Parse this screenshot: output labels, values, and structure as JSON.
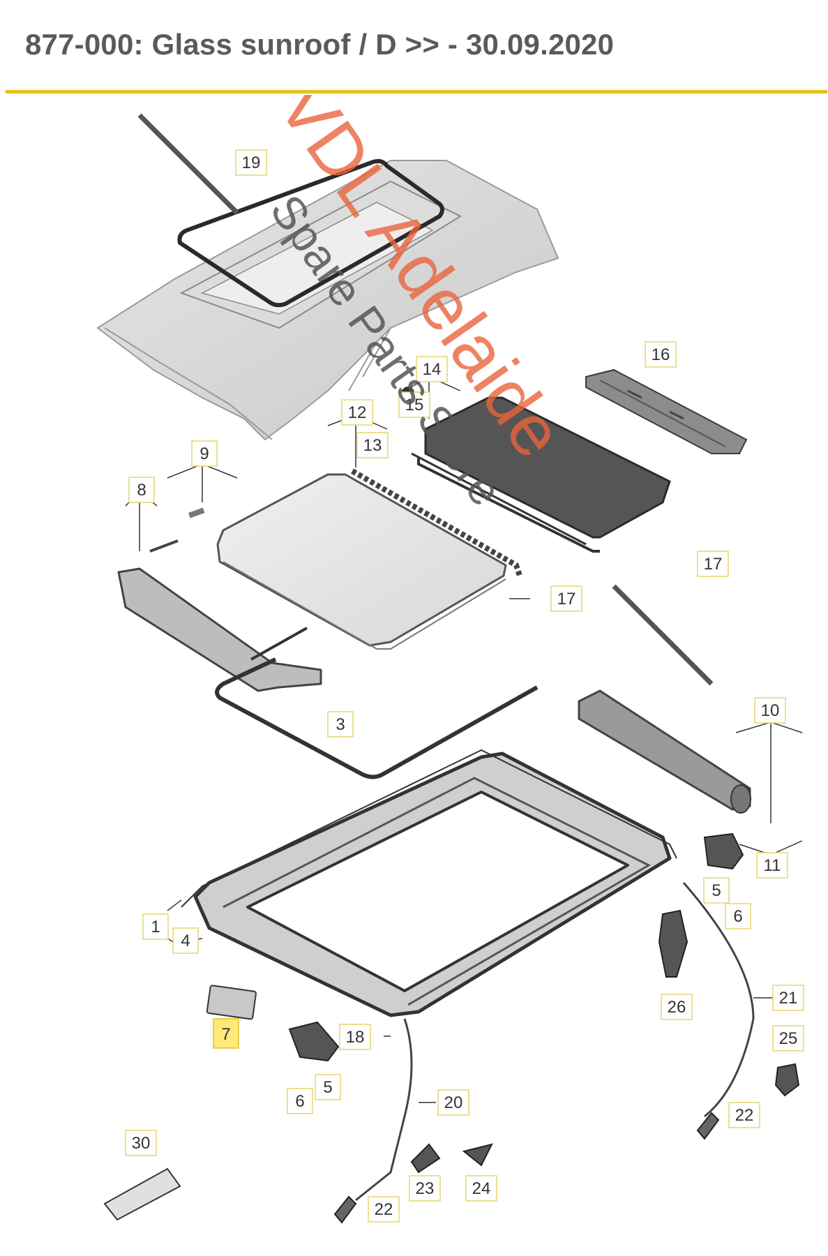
{
  "header": {
    "title": "877-000: Glass sunroof / D >> - 30.09.2020",
    "rule_color": "#e4c21a"
  },
  "watermark": {
    "line1": "VDL Adelaide",
    "line2": "Spare Parts Store",
    "line1_color": "#e8643c",
    "line2_color": "#555555"
  },
  "callouts": {
    "c1": "1",
    "c3": "3",
    "c4": "4",
    "c5a": "5",
    "c5b": "5",
    "c6a": "6",
    "c6b": "6",
    "c7": "7",
    "c8": "8",
    "c9": "9",
    "c10": "10",
    "c11": "11",
    "c12": "12",
    "c13": "13",
    "c14": "14",
    "c15": "15",
    "c16": "16",
    "c17a": "17",
    "c17b": "17",
    "c18": "18",
    "c19": "19",
    "c20": "20",
    "c21": "21",
    "c22a": "22",
    "c22b": "22",
    "c23": "23",
    "c24": "24",
    "c25": "25",
    "c26": "26",
    "c30": "30"
  },
  "highlight_color": "#ffe97a"
}
